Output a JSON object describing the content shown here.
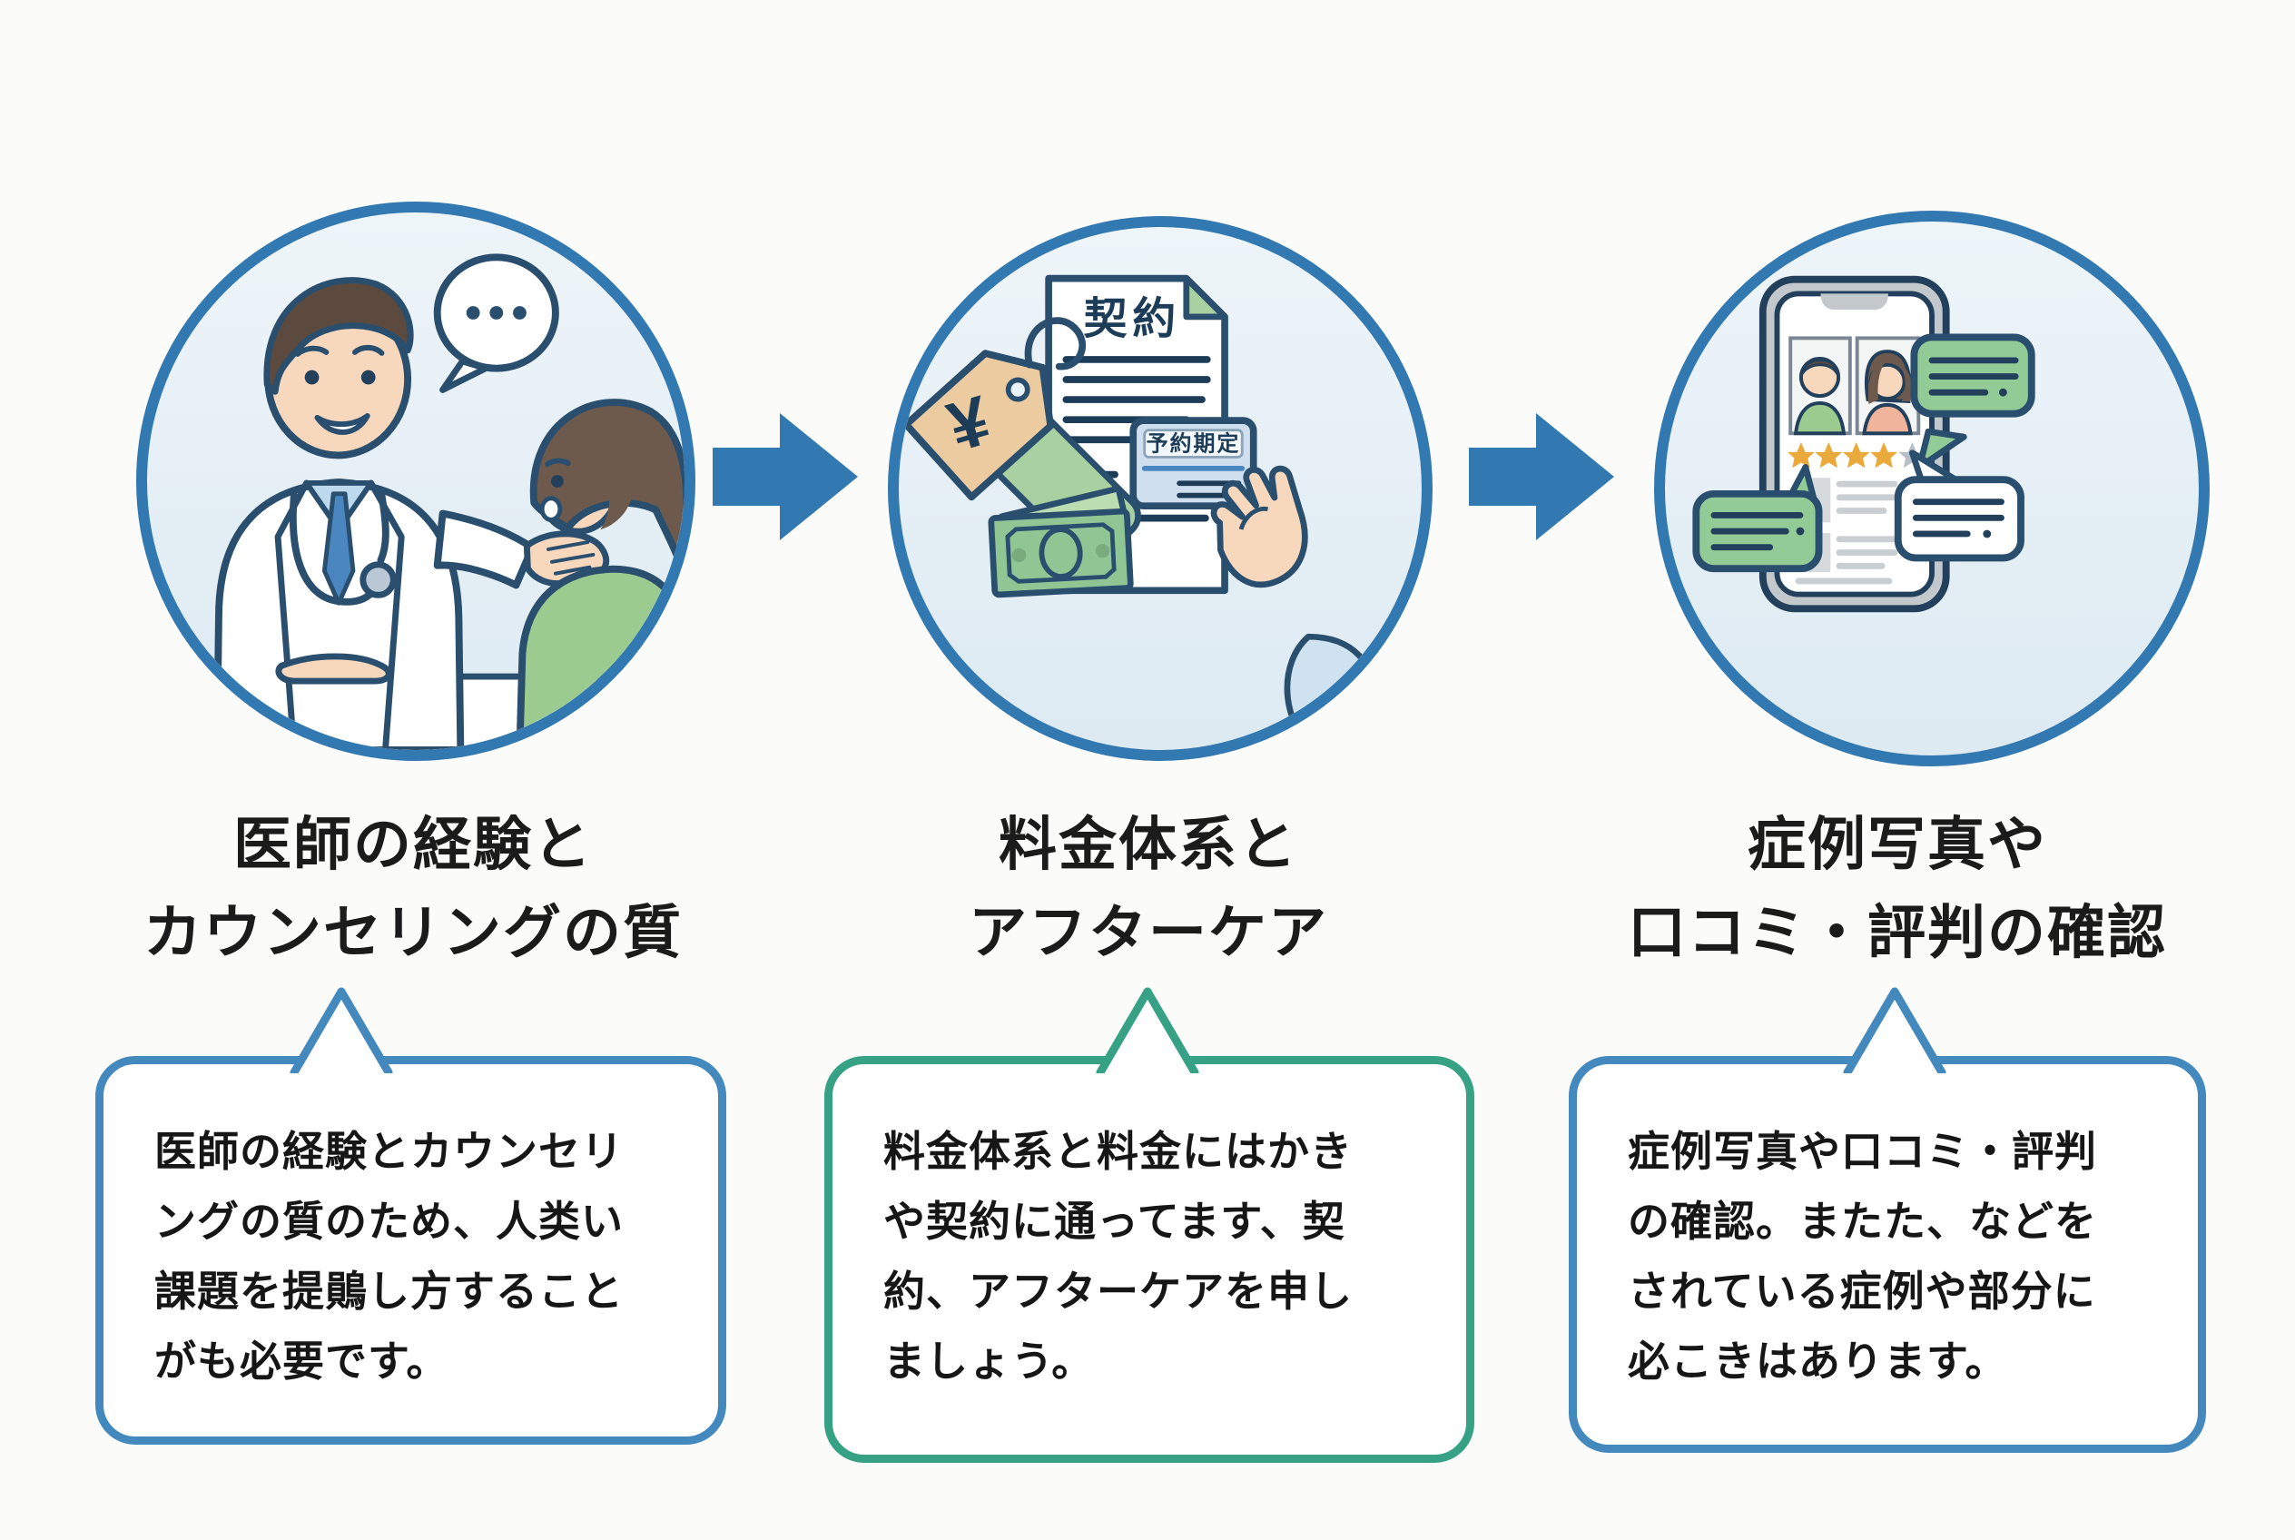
{
  "page": {
    "background": "#fbfbf9",
    "type": "three-step clinic selection infographic (Japanese)"
  },
  "palette": {
    "circle_border": "#3379b1",
    "circle_fill": "#e9f2f7",
    "arrow": "#3379b1",
    "box_border_blue": "#4489bd",
    "box_border_green": "#36a184",
    "heading_text": "#1b1b1b",
    "body_text": "#161616",
    "outline_navy": "#2a4e6e",
    "green_fill": "#9bcb8f",
    "tan_fill": "#edcba1",
    "skin_fill": "#f8d8bd",
    "star_gold": "#e9a93b",
    "star_gray": "#b9bfc6"
  },
  "steps": [
    {
      "heading": {
        "line1": "医師の経験と",
        "line2": "カウンセリングの質"
      },
      "body_lines": [
        "医師の経験とカウンセリ",
        "ングの質のため、人类い",
        "課題を提鶰し方すること",
        "がも必要です。"
      ],
      "box_border": "#4489bd",
      "illustration": {
        "name": "doctor-patient-consultation-illustration",
        "elements": [
          "doctor in white coat with stethoscope",
          "female patient in green top",
          "speech bubble with three dots",
          "consultation desk"
        ]
      }
    },
    {
      "heading": {
        "line1": "料金体系と",
        "line2": "アフターケア"
      },
      "body_lines": [
        "料金体系と料金にはかき",
        "や契約に通ってます、契",
        "約、アフターケアを申し",
        "ましょう。"
      ],
      "box_border": "#36a184",
      "document_title": "契約",
      "card_label": "予約期定",
      "price_symbol": "¥",
      "illustration": {
        "name": "contract-payment-illustration",
        "elements": [
          "contract document with green folded corner",
          "yen price tag",
          "banknote",
          "reservation card held by hand"
        ]
      }
    },
    {
      "heading": {
        "line1": "症例写真や",
        "line2": "口コミ・評判の確認"
      },
      "body_lines": [
        "症例写真や口コミ・評判",
        "の確認。またた、などを",
        "されている症例や部分に",
        "必こきはあります。"
      ],
      "box_border": "#4489bd",
      "rating": {
        "filled_stars": 4,
        "empty_stars": 1,
        "total": 5
      },
      "illustration": {
        "name": "smartphone-reviews-illustration",
        "elements": [
          "smartphone with two profile photos",
          "4 of 5 star rating",
          "review speech bubbles"
        ]
      }
    }
  ]
}
